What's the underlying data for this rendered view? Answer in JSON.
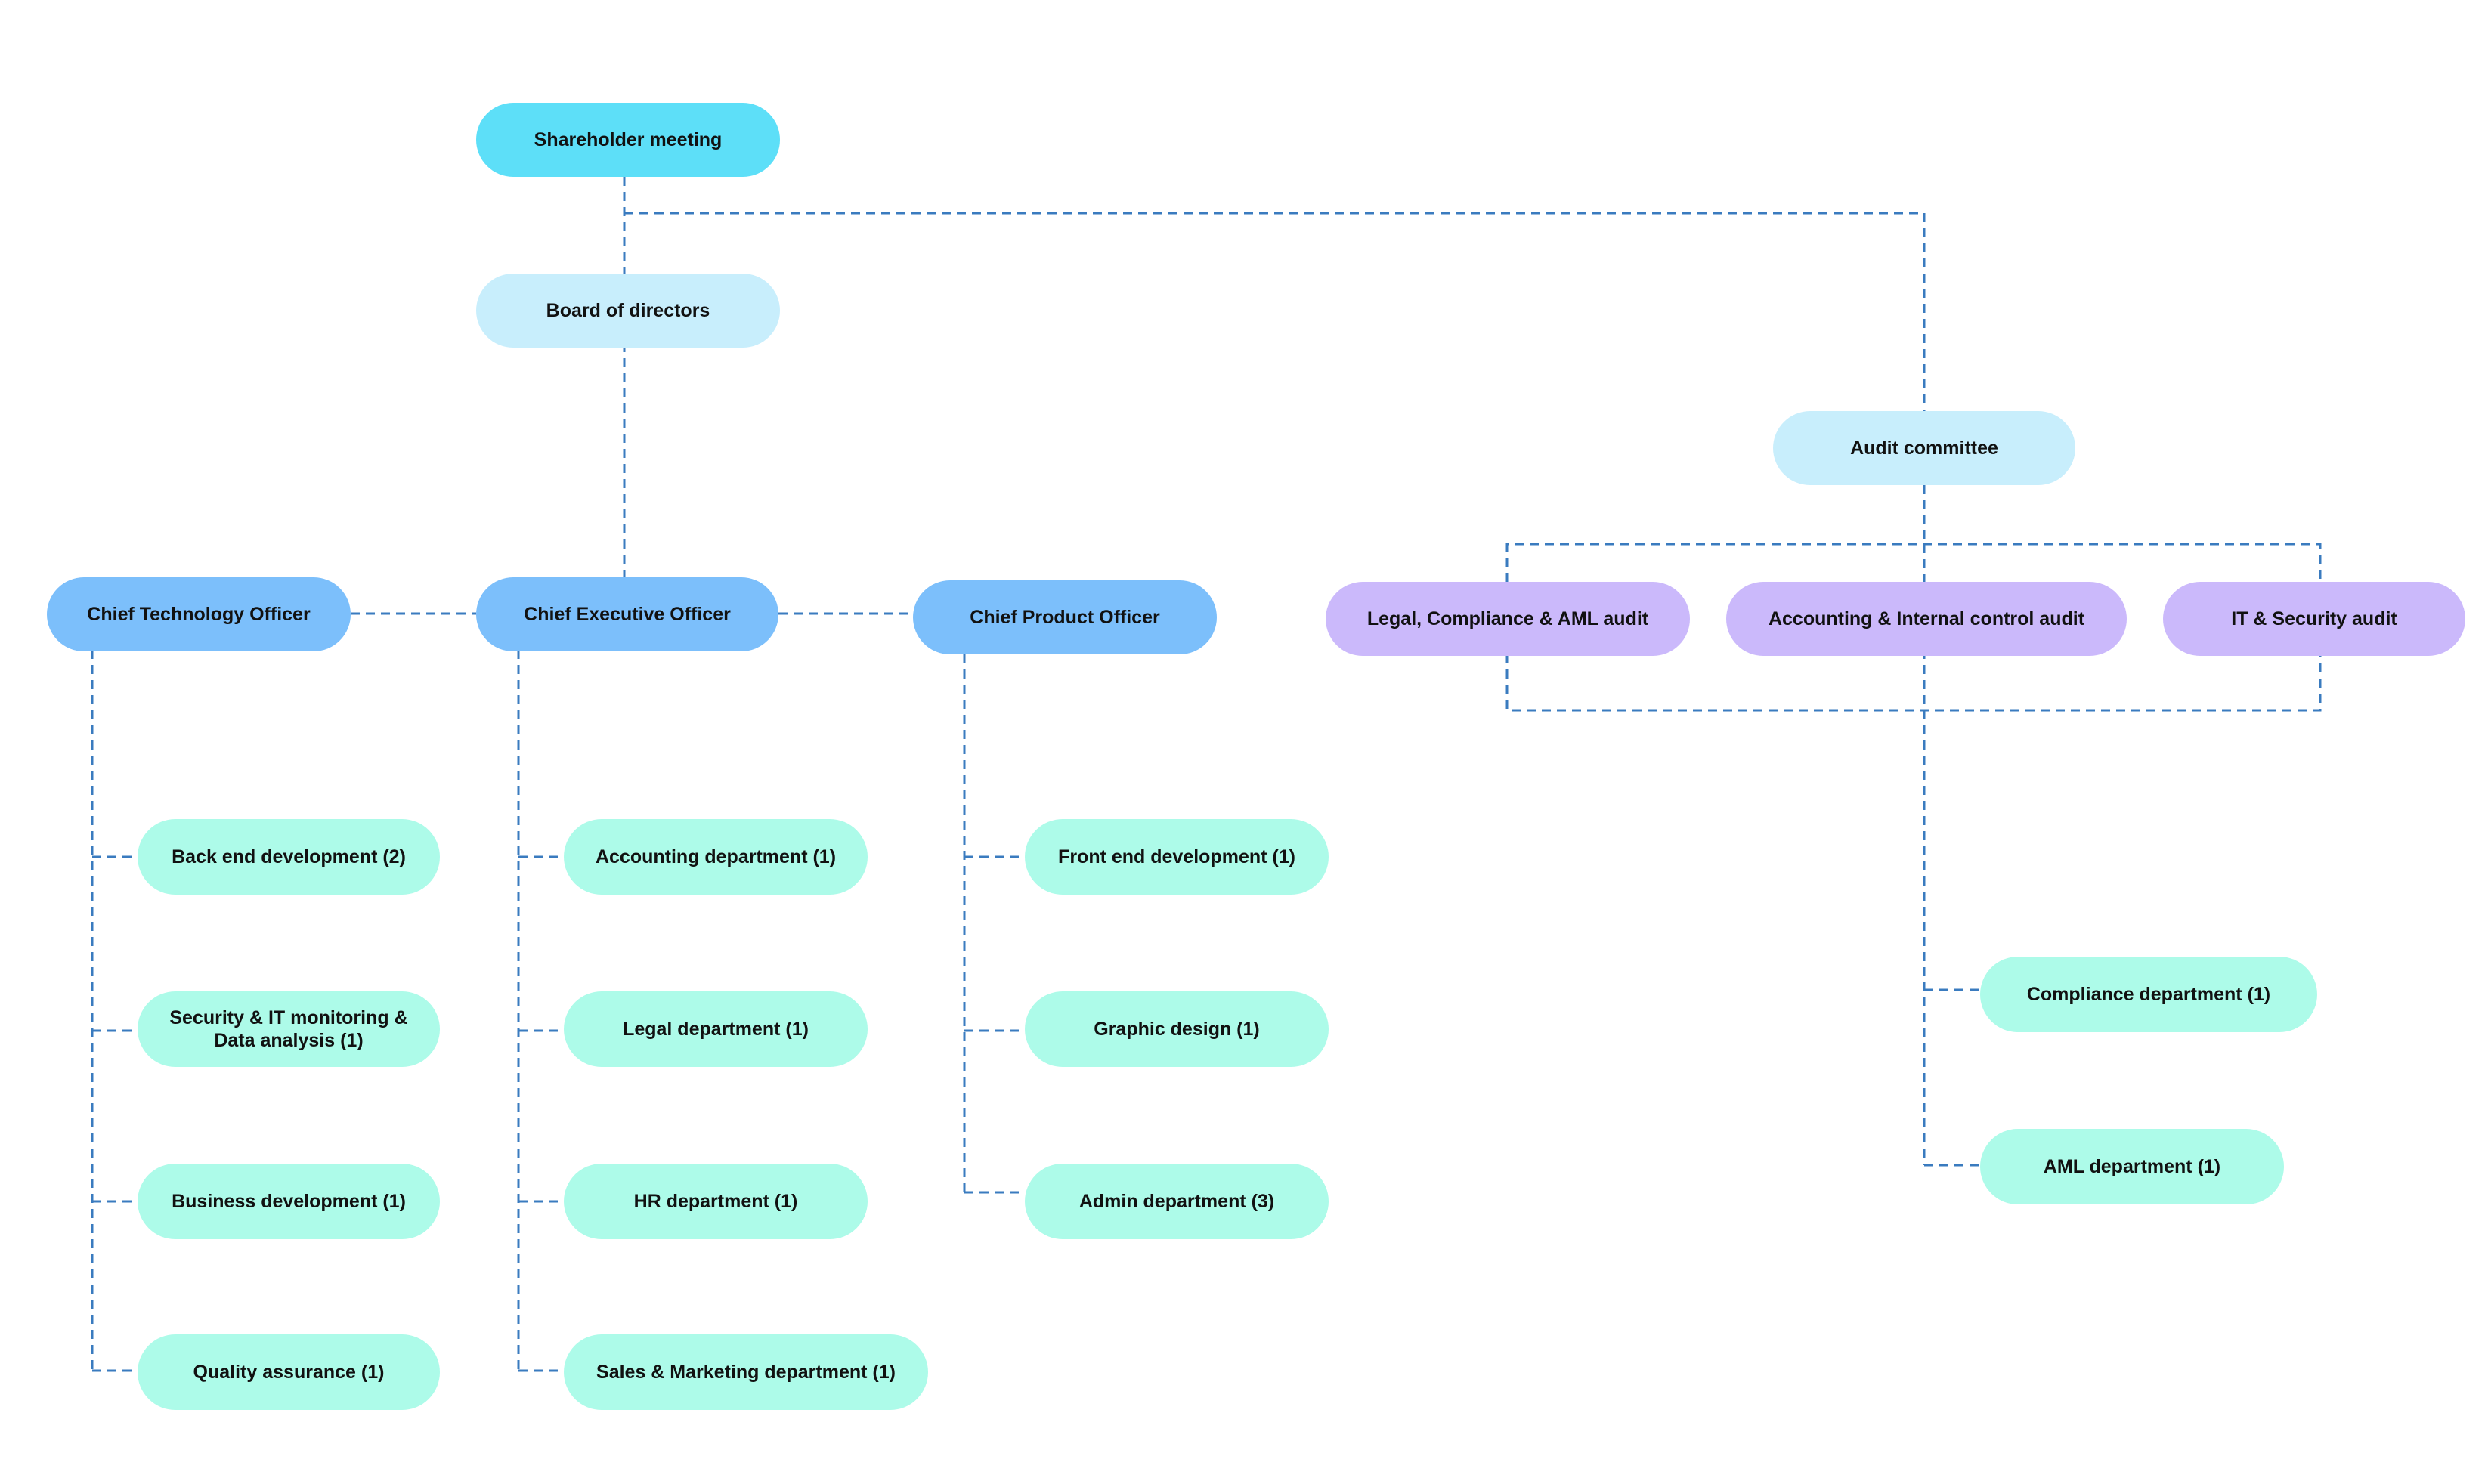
{
  "diagram": {
    "nodes": {
      "shareholder": "Shareholder meeting",
      "board": "Board of directors",
      "ceo": "Chief Executive Officer",
      "cto": "Chief Technology Officer",
      "cpo": "Chief Product Officer",
      "audit_committee": "Audit committee",
      "legal_audit": "Legal, Compliance & AML audit",
      "accounting_audit": "Accounting & Internal control audit",
      "it_audit": "IT & Security audit",
      "cto_depts": [
        "Back end development (2)",
        "Security & IT monitoring & Data analysis (1)",
        "Business development (1)",
        "Quality assurance (1)"
      ],
      "ceo_depts": [
        "Accounting department (1)",
        "Legal department (1)",
        "HR department (1)",
        "Sales & Marketing department (1)"
      ],
      "cpo_depts": [
        "Front end development (1)",
        "Graphic design (1)",
        "Admin department (3)"
      ],
      "audit_depts": [
        "Compliance department (1)",
        "AML department (1)"
      ]
    },
    "colors": {
      "top": "#5ddff8",
      "board": "#c8eefc",
      "chief": "#7cbffb",
      "audit": "#cbb9fb",
      "department": "#adfbe9",
      "connector": "#3a7bbf"
    }
  }
}
